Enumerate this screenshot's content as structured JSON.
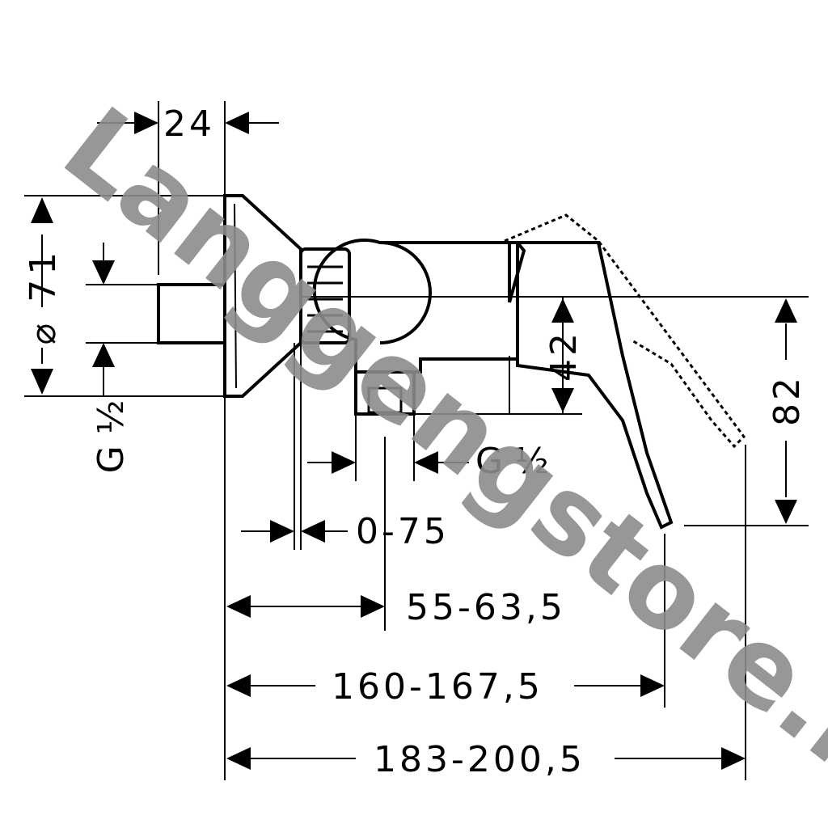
{
  "dimensions": {
    "d24": "24",
    "d71": "⌀ 71",
    "d42": "42",
    "d82": "82",
    "g_left": "G ½",
    "g_right": "G ½",
    "d0_75": "0-75",
    "d55": "55-63,5",
    "d160": "160-167,5",
    "d183": "183-200,5"
  },
  "watermark": "Langgengstore.id",
  "colors": {
    "line": "#000000",
    "watermark": "#8c8c8c",
    "background": "#ffffff"
  }
}
